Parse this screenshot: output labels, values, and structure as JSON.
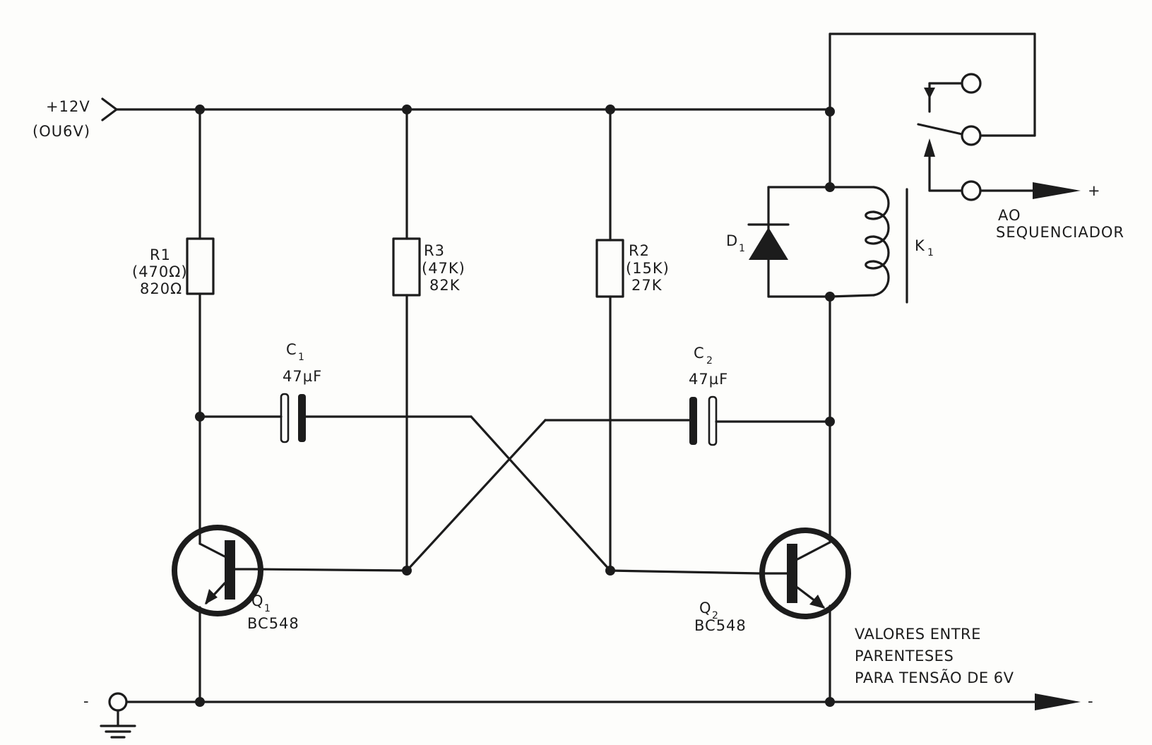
{
  "supply": {
    "line1": "+12V",
    "line2": "(OU6V)"
  },
  "r1": {
    "name": "R1",
    "alt": "(470Ω)",
    "value": "820Ω"
  },
  "r3": {
    "name": "R3",
    "alt": "(47K)",
    "value": "82K"
  },
  "r2": {
    "name": "R2",
    "alt": "(15K)",
    "value": "27K"
  },
  "c1": {
    "name": "C",
    "sub": "1",
    "value": "47µF"
  },
  "c2": {
    "name": "C",
    "sub": "2",
    "value": "47µF"
  },
  "q1": {
    "name": "Q",
    "sub": "1",
    "part": "BC548"
  },
  "q2": {
    "name": "Q",
    "sub": "2",
    "part": "BC548"
  },
  "d1": {
    "name": "D",
    "sub": "1"
  },
  "k1": {
    "name": "K",
    "sub": "1"
  },
  "output": {
    "plus": "+",
    "line1": "AO",
    "line2": "SEQUENCIADOR",
    "minus": "-"
  },
  "ground": {
    "minus": "-"
  },
  "note": {
    "line1": "VALORES ENTRE",
    "line2": "PARENTESES",
    "line3": "PARA TENSÃO DE 6V"
  }
}
